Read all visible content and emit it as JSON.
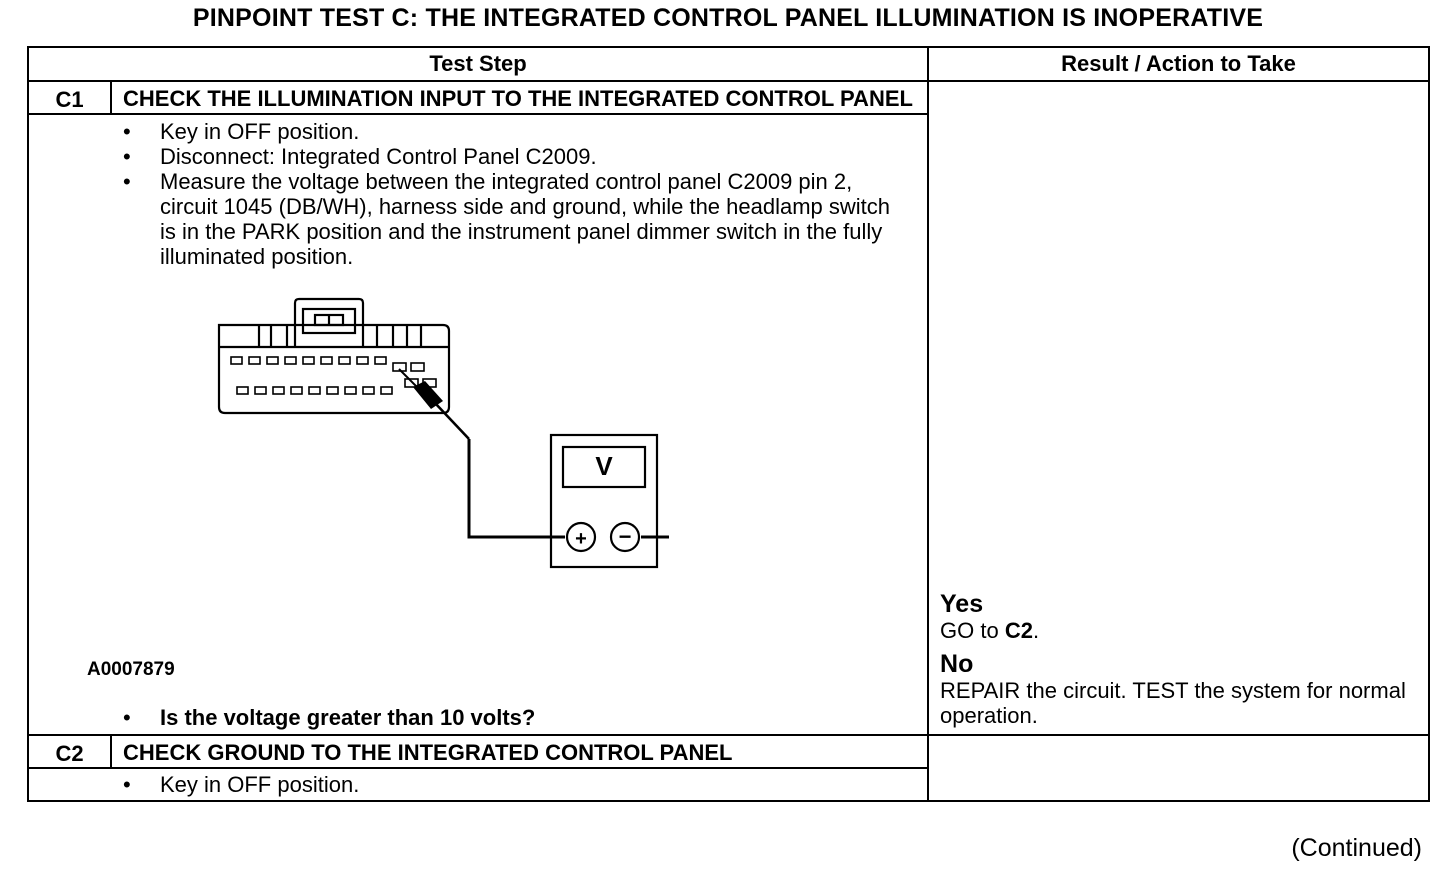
{
  "title": "PINPOINT TEST  C: THE INTEGRATED CONTROL PANEL ILLUMINATION IS INOPERATIVE",
  "table": {
    "col_headers": [
      "Test Step",
      "Result / Action to Take"
    ],
    "steps": [
      {
        "id": "C1",
        "title": "CHECK THE ILLUMINATION INPUT TO THE INTEGRATED CONTROL PANEL",
        "bullets": [
          "Key in OFF position.",
          "Disconnect: Integrated Control Panel C2009.",
          "Measure the voltage between the integrated control panel C2009 pin 2, circuit 1045 (DB/WH), harness side and ground, while the headlamp switch is in the PARK position and the instrument panel dimmer switch in the fully illuminated position."
        ],
        "figure_id": "A0007879",
        "meter_label": "V",
        "meter_plus": "+",
        "meter_minus": "−",
        "question": "Is the voltage greater than 10 volts?",
        "results": {
          "yes_label": "Yes",
          "yes_text_prefix": "GO to ",
          "yes_text_target": "C2",
          "yes_text_suffix": ".",
          "no_label": "No",
          "no_text": "REPAIR the circuit. TEST the system for normal operation."
        }
      },
      {
        "id": "C2",
        "title": "CHECK GROUND TO THE INTEGRATED CONTROL PANEL",
        "bullets": [
          "Key in OFF position."
        ]
      }
    ],
    "bullet_char": "•"
  },
  "footer": {
    "continued": "(Continued)"
  }
}
